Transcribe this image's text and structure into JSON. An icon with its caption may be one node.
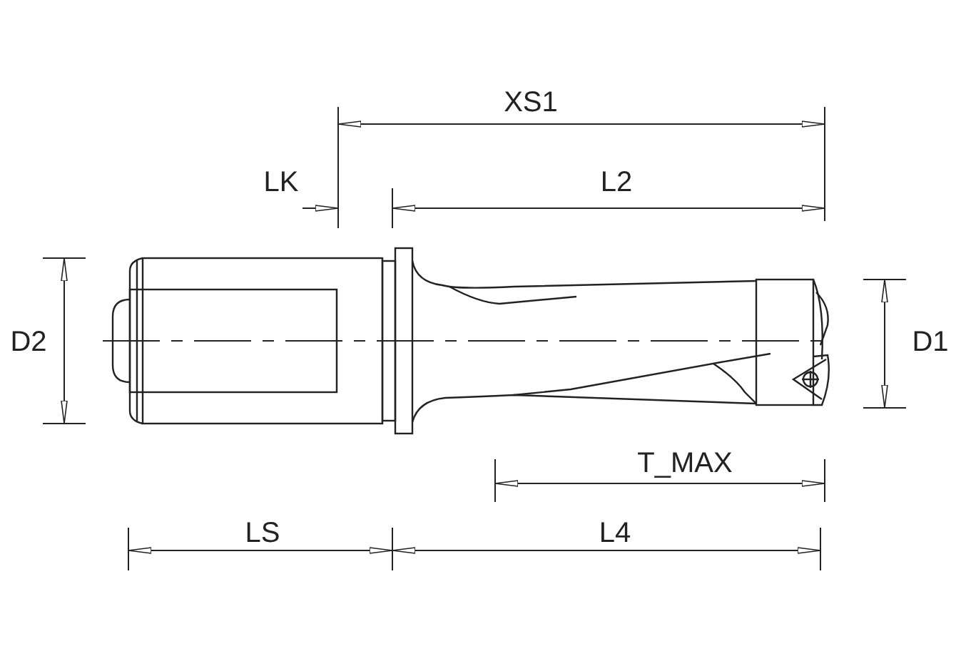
{
  "diagram": {
    "labels": [
      "XS1",
      "LK",
      "L2",
      "D2",
      "D1",
      "T_MAX",
      "LS",
      "L4"
    ]
  }
}
